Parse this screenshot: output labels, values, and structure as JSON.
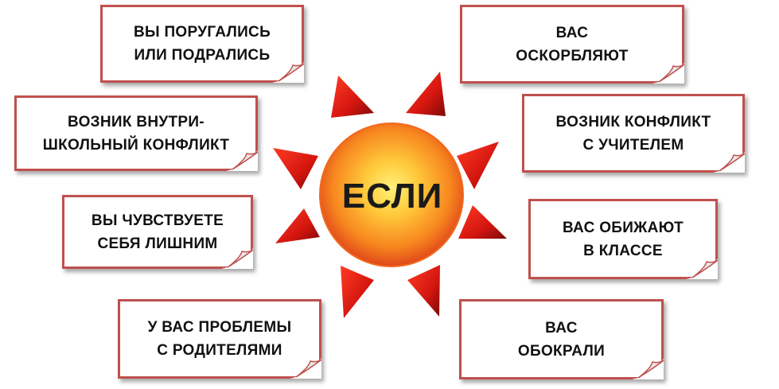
{
  "center": {
    "label": "ЕСЛИ"
  },
  "boxes": [
    {
      "text": "ВЫ ПОРУГАЛИСЬ\nИЛИ ПОДРАЛИСЬ"
    },
    {
      "text": "ВАС\nОСКОРБЛЯЮТ"
    },
    {
      "text": "ВОЗНИК ВНУТРИ-\nШКОЛЬНЫЙ КОНФЛИКТ"
    },
    {
      "text": "ВОЗНИК КОНФЛИКТ\nС УЧИТЕЛЕМ"
    },
    {
      "text": "ВЫ ЧУВСТВУЕТЕ\nСЕБЯ ЛИШНИМ"
    },
    {
      "text": "ВАС ОБИЖАЮТ\nВ КЛАССЕ"
    },
    {
      "text": "У ВАС ПРОБЛЕМЫ\nС РОДИТЕЛЯМИ"
    },
    {
      "text": "ВАС\nОБОКРАЛИ"
    }
  ],
  "colors": {
    "border": "#c0504d",
    "sun_core": "#ffd54a",
    "sun_edge": "#e8591c",
    "ray_light": "#ff2a1a",
    "ray_dark": "#8a0c0c"
  }
}
